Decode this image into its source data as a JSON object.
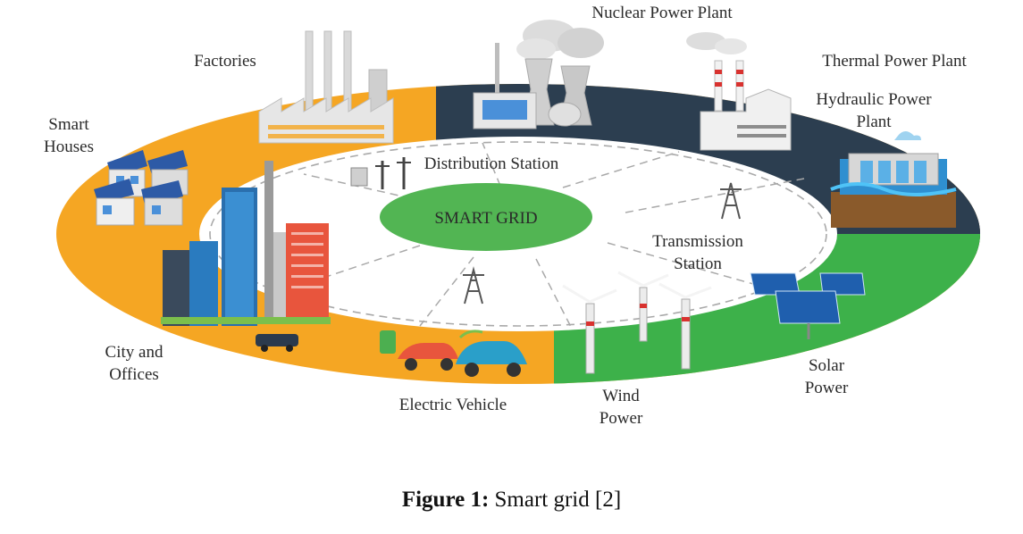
{
  "diagram": {
    "center_label": "SMART GRID",
    "labels": {
      "nuclear": "Nuclear Power Plant",
      "thermal": "Thermal Power Plant",
      "hydraulic_1": "Hydraulic Power",
      "hydraulic_2": "Plant",
      "factories": "Factories",
      "smart_houses_1": "Smart",
      "smart_houses_2": "Houses",
      "distribution": "Distribution Station",
      "transmission_1": "Transmission",
      "transmission_2": "Station",
      "solar_1": "Solar",
      "solar_2": "Power",
      "wind_1": "Wind",
      "wind_2": "Power",
      "ev": "Electric Vehicle",
      "city_1": "City and",
      "city_2": "Offices"
    },
    "colors": {
      "orange": "#F5A623",
      "navy": "#2C3E50",
      "green": "#3DB14A",
      "center_green": "#52B553"
    }
  },
  "caption": {
    "prefix": "Figure 1:",
    "text": " Smart grid [2]"
  }
}
